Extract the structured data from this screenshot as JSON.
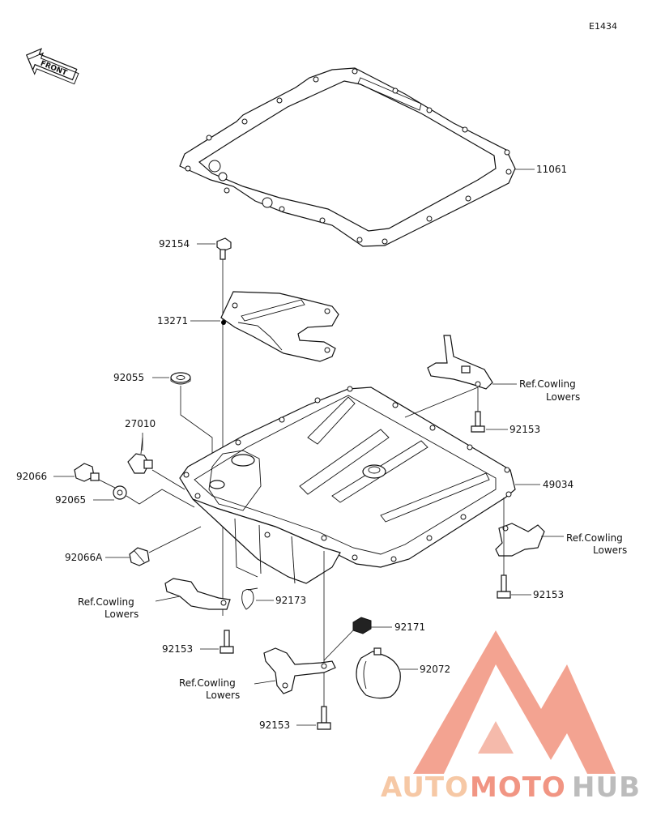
{
  "diagram_code": "E1434",
  "front_label": "FRONT",
  "callouts": {
    "gasket": "11061",
    "bolt_top": "92154",
    "plate": "13271",
    "washer_ring": "92055",
    "switch": "27010",
    "plug_92066": "92066",
    "washer_92065": "92065",
    "plug_92066A": "92066A",
    "oil_pan": "49034",
    "bolt_upper_right": "92153",
    "bolt_right": "92153",
    "bolt_left": "92153",
    "bolt_bottom": "92153",
    "clip_92173": "92173",
    "clamp_92171": "92171",
    "band_92072": "92072"
  },
  "references": {
    "upper_right": [
      "Ref.Cowling",
      "Lowers"
    ],
    "right": [
      "Ref.Cowling",
      "Lowers"
    ],
    "left": [
      "Ref.Cowling",
      "Lowers"
    ],
    "bottom": [
      "Ref.Cowling",
      "Lowers"
    ]
  },
  "watermark": {
    "word_part1": "AUTO",
    "word_part2": "MOTO",
    "word_part3": "HUB",
    "color_light": "#f7c9a8",
    "color_mid": "#f08a76",
    "color_dark": "#b9b9b9"
  }
}
